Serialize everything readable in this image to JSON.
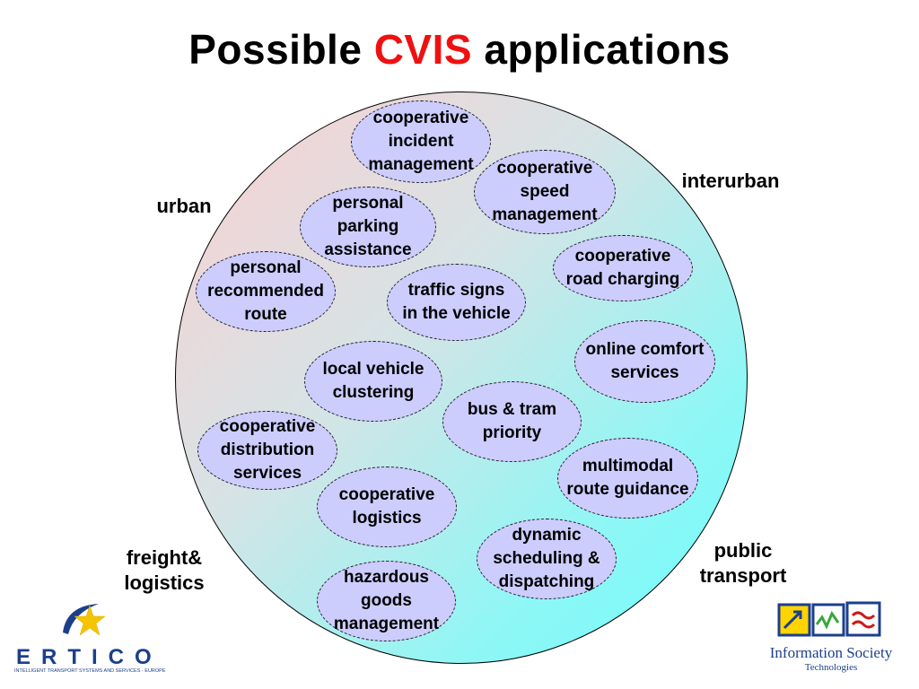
{
  "title": {
    "part1": "Possible ",
    "accent": "CVIS",
    "part2": " applications"
  },
  "zones": {
    "urban": "urban",
    "interurban": "interurban",
    "freight": "freight&\nlogistics",
    "public": "public\ntransport"
  },
  "apps": {
    "incident": "cooperative\nincident\nmanagement",
    "speed": "cooperative\nspeed\nmanagement",
    "parking": "personal\nparking\nassistance",
    "road_charging": "cooperative\nroad charging",
    "route": "personal\nrecommended\nroute",
    "traffic_signs": "traffic signs\nin the vehicle",
    "comfort": "online comfort\nservices",
    "clustering": "local vehicle\nclustering",
    "bus_tram": "bus & tram\npriority",
    "distribution": "cooperative\ndistribution\nservices",
    "multimodal": "multimodal\nroute guidance",
    "logistics": "cooperative\nlogistics",
    "scheduling": "dynamic\nscheduling &\ndispatching",
    "hazardous": "hazardous\ngoods\nmanagement"
  },
  "logos": {
    "ertico_word": "ERTICO",
    "ertico_tagline": "INTELLIGENT TRANSPORT SYSTEMS AND SERVICES - EUROPE",
    "ist_name": "Information Society",
    "ist_sub": "Technologies"
  },
  "colors": {
    "accent": "#ee1111",
    "bubble": "#cccdfd",
    "logo_blue": "#1c3f8c"
  }
}
